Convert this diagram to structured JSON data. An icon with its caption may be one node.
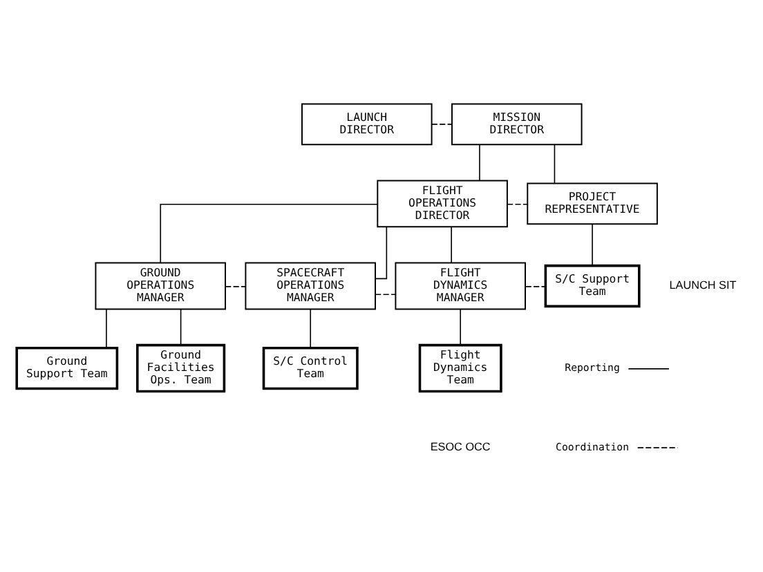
{
  "diagram": {
    "nodes": [
      {
        "text": [
          "LAUNCH DIRECTOR"
        ]
      },
      {
        "text": [
          "MISSION DIRECTOR"
        ]
      },
      {
        "text": [
          "FLIGHT OPERATIONS DIRECTOR"
        ]
      },
      {
        "text": [
          "PROJECT REPRESENTATIVE"
        ]
      },
      {
        "text": [
          "GROUND OPERATIONS MANAGER"
        ]
      },
      {
        "text": [
          "SPACECRAFT OPERATIONS MANAGER"
        ]
      },
      {
        "text": [
          "FLIGHT DYNAMICS MANAGER"
        ]
      },
      {
        "text": [
          "S/C Support Team"
        ]
      },
      {
        "text": [
          "Ground Support Team"
        ]
      },
      {
        "text": [
          "Ground Facilities Ops. Team"
        ]
      },
      {
        "text": [
          "S/C Control Team"
        ]
      },
      {
        "text": [
          "Flight Dynamics Team"
        ]
      }
    ],
    "edges": [
      {
        "from": 0,
        "to": 1,
        "arrow": "none",
        "style": "dashed"
      },
      {
        "from": 1,
        "to": 2,
        "arrow": "none"
      },
      {
        "from": 1,
        "to": 3,
        "arrow": "none"
      },
      {
        "from": 2,
        "to": 3,
        "arrow": "none",
        "style": "dashed"
      },
      {
        "from": 2,
        "to": 4,
        "arrow": "none"
      },
      {
        "from": 2,
        "to": 5,
        "arrow": "none"
      },
      {
        "from": 2,
        "to": 6,
        "arrow": "none"
      },
      {
        "from": 4,
        "to": 5,
        "arrow": "none",
        "style": "dashed"
      },
      {
        "from": 5,
        "to": 6,
        "arrow": "none",
        "style": "dashed"
      },
      {
        "from": 6,
        "to": 7,
        "arrow": "none",
        "style": "dashed"
      },
      {
        "from": 3,
        "to": 7,
        "arrow": "none"
      },
      {
        "from": 4,
        "to": 8,
        "arrow": "none"
      },
      {
        "from": 4,
        "to": 9,
        "arrow": "none"
      },
      {
        "from": 5,
        "to": 10,
        "arrow": "none"
      },
      {
        "from": 6,
        "to": 11,
        "arrow": "none"
      }
    ],
    "labels": [
      "LAUNCH SIT",
      "ESOC OCC"
    ],
    "legend": [
      {
        "text": "Reporting"
      },
      {
        "text": "Coordination"
      }
    ]
  }
}
